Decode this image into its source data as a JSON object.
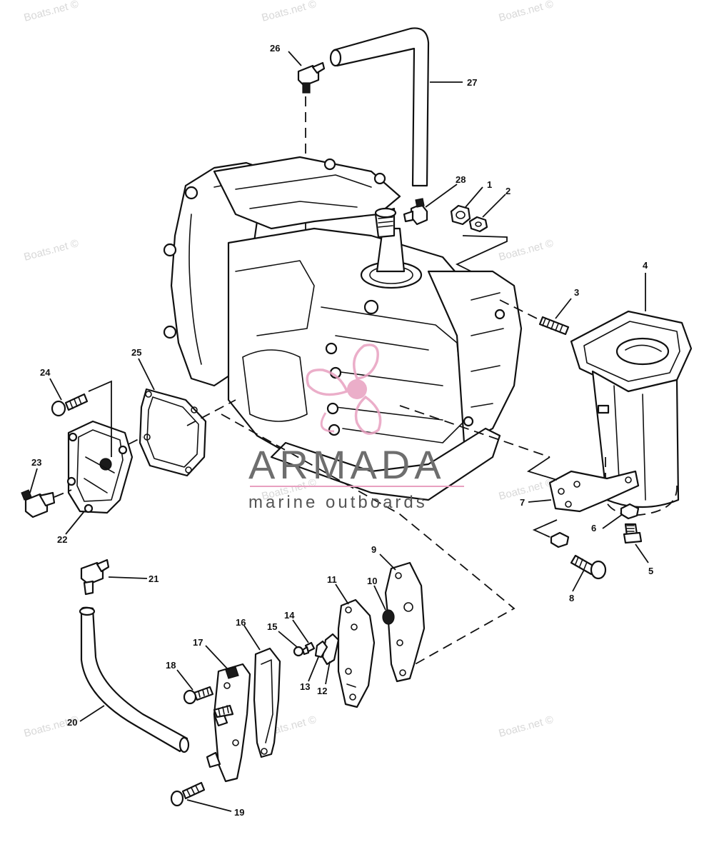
{
  "watermark": {
    "site": "Boats.net ©",
    "brand_name": "ARMADA",
    "brand_tagline": "marine outboards",
    "brand_color": "#e8a0c0"
  },
  "callouts": [
    "1",
    "2",
    "3",
    "4",
    "5",
    "6",
    "7",
    "8",
    "9",
    "10",
    "11",
    "12",
    "13",
    "14",
    "15",
    "16",
    "17",
    "18",
    "19",
    "20",
    "21",
    "22",
    "23",
    "24",
    "25",
    "26",
    "27",
    "28"
  ]
}
